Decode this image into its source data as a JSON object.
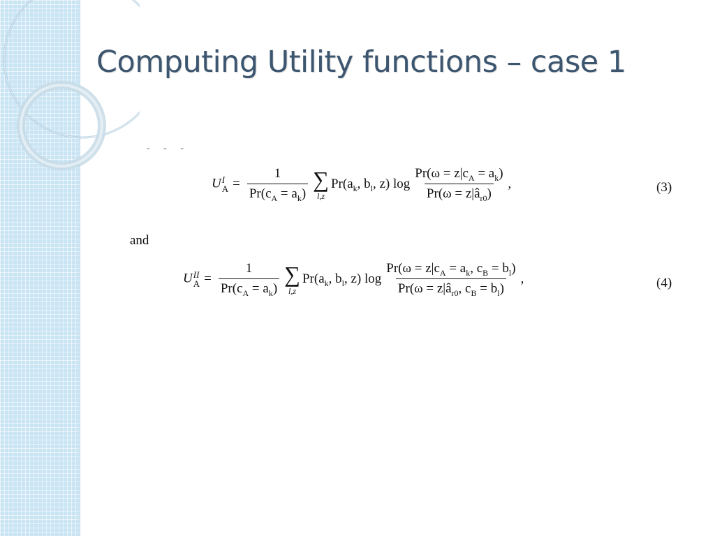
{
  "slide": {
    "title": "Computing Utility functions – case 1",
    "top_fragment": "- - -",
    "connector_word": "and"
  },
  "equation_3": {
    "lhs_var": "U",
    "lhs_sup": "I",
    "lhs_sub": "A",
    "equals": "=",
    "frac1_num": "1",
    "frac1_den": "Pr(c",
    "frac1_den_sub": "A",
    "frac1_den_rest": " = a",
    "frac1_den_sub2": "k",
    "frac1_den_close": ")",
    "sum_symbol": "∑",
    "sum_limits": "l,z",
    "term": "Pr(a",
    "term_sub1": "k",
    "term_mid": ", b",
    "term_sub2": "l",
    "term_end": ", z) log",
    "frac2_num": "Pr(ω = z|c",
    "frac2_num_sub": "A",
    "frac2_num_rest": " = a",
    "frac2_num_sub2": "k",
    "frac2_num_close": ")",
    "frac2_den": "Pr(ω = z|â",
    "frac2_den_sub": "r0",
    "frac2_den_close": ")",
    "trail": ",",
    "number": "(3)"
  },
  "equation_4": {
    "lhs_var": "U",
    "lhs_sup": "II",
    "lhs_sub": "A",
    "equals": "=",
    "frac1_num": "1",
    "frac1_den": "Pr(c",
    "frac1_den_sub": "A",
    "frac1_den_rest": " = a",
    "frac1_den_sub2": "k",
    "frac1_den_close": ")",
    "sum_symbol": "∑",
    "sum_limits": "l,z",
    "term": "Pr(a",
    "term_sub1": "k",
    "term_mid": ", b",
    "term_sub2": "l",
    "term_end": ", z) log",
    "frac2_num": "Pr(ω = z|c",
    "frac2_num_sub": "A",
    "frac2_num_rest": " = a",
    "frac2_num_sub2": "k",
    "frac2_num_rest2": ", c",
    "frac2_num_sub3": "B",
    "frac2_num_rest3": " = b",
    "frac2_num_sub4": "l",
    "frac2_num_close": ")",
    "frac2_den": "Pr(ω = z|â",
    "frac2_den_sub": "r0",
    "frac2_den_rest": ", c",
    "frac2_den_sub2": "B",
    "frac2_den_rest2": " = b",
    "frac2_den_sub3": "l",
    "frac2_den_close": ")",
    "trail": ",",
    "number": "(4)"
  },
  "theme": {
    "strip_color": "#c9e4f3",
    "title_color": "#3d5670",
    "ring_color": "#b0cfe0"
  }
}
